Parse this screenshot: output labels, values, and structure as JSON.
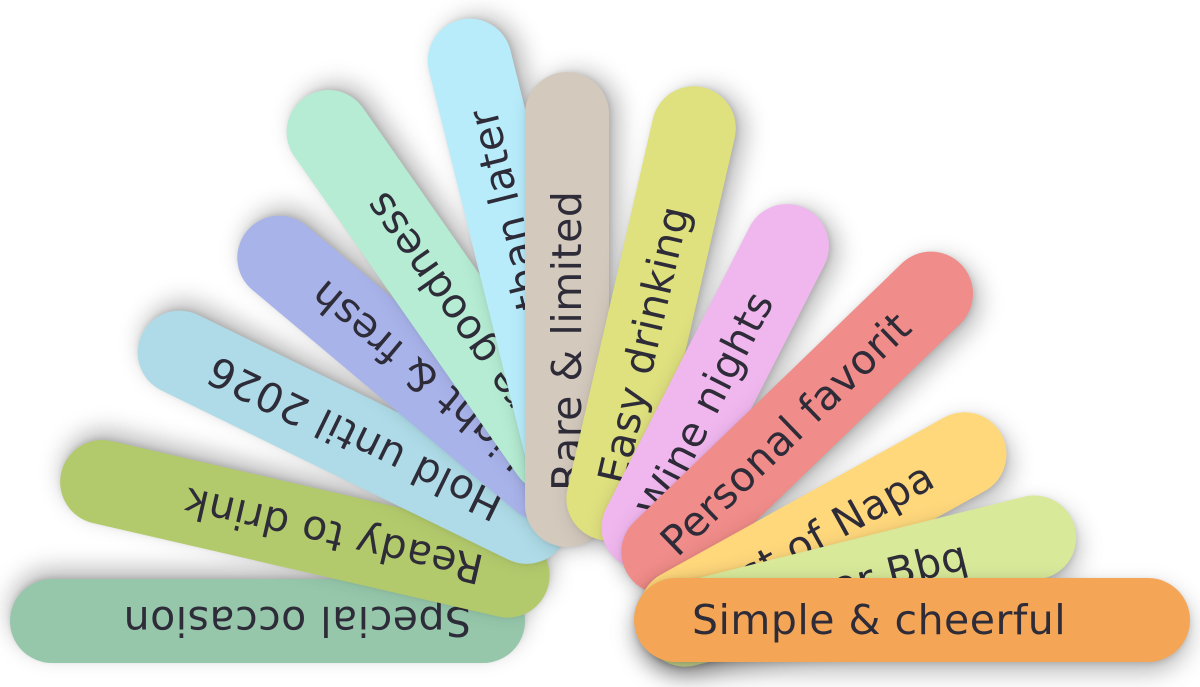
{
  "pills": [
    {
      "label": "Special occasion",
      "color": "#96c7ab"
    },
    {
      "label": "Ready to drink",
      "color": "#b3ca6c"
    },
    {
      "label": "Hold until 2026",
      "color": "#aedbe7"
    },
    {
      "label": "Light & fresh",
      "color": "#a8b3ea"
    },
    {
      "label": "Pure goodness",
      "color": "#b5ecd3"
    },
    {
      "label": "Sooner than later",
      "color": "#b8ecfb"
    },
    {
      "label": "Rare & limited",
      "color": "#d4c9bd"
    },
    {
      "label": "Easy drinking",
      "color": "#dfe07e"
    },
    {
      "label": "Wine nights",
      "color": "#f0b7ef"
    },
    {
      "label": "Personal favorit",
      "color": "#f08c89"
    },
    {
      "label": "Best of Napa",
      "color": "#ffd87c"
    },
    {
      "label": "Summer Bbq",
      "color": "#d8e99a"
    },
    {
      "label": "Simple & cheerful",
      "color": "#f4a656"
    }
  ]
}
